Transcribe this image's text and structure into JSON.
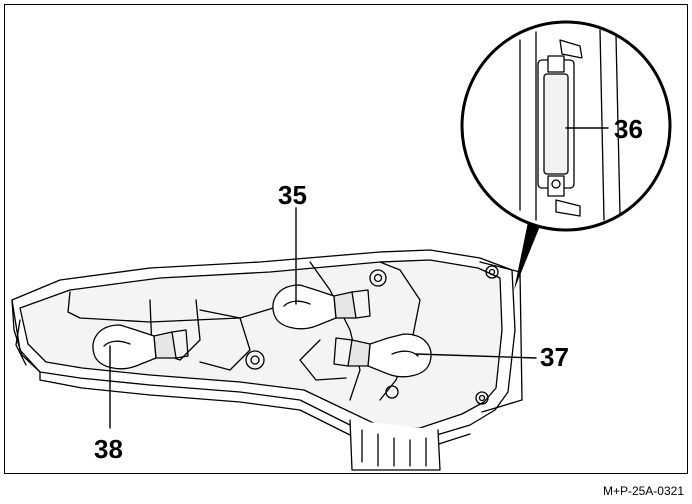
{
  "callouts": {
    "bulb_35": "35",
    "bulb_36": "36",
    "bulb_37": "37",
    "bulb_38": "38"
  },
  "figure_code": "M+P-25A-0321",
  "colors": {
    "line": "#000000",
    "fill": "#ffffff",
    "shade": "#e6e6e6"
  }
}
